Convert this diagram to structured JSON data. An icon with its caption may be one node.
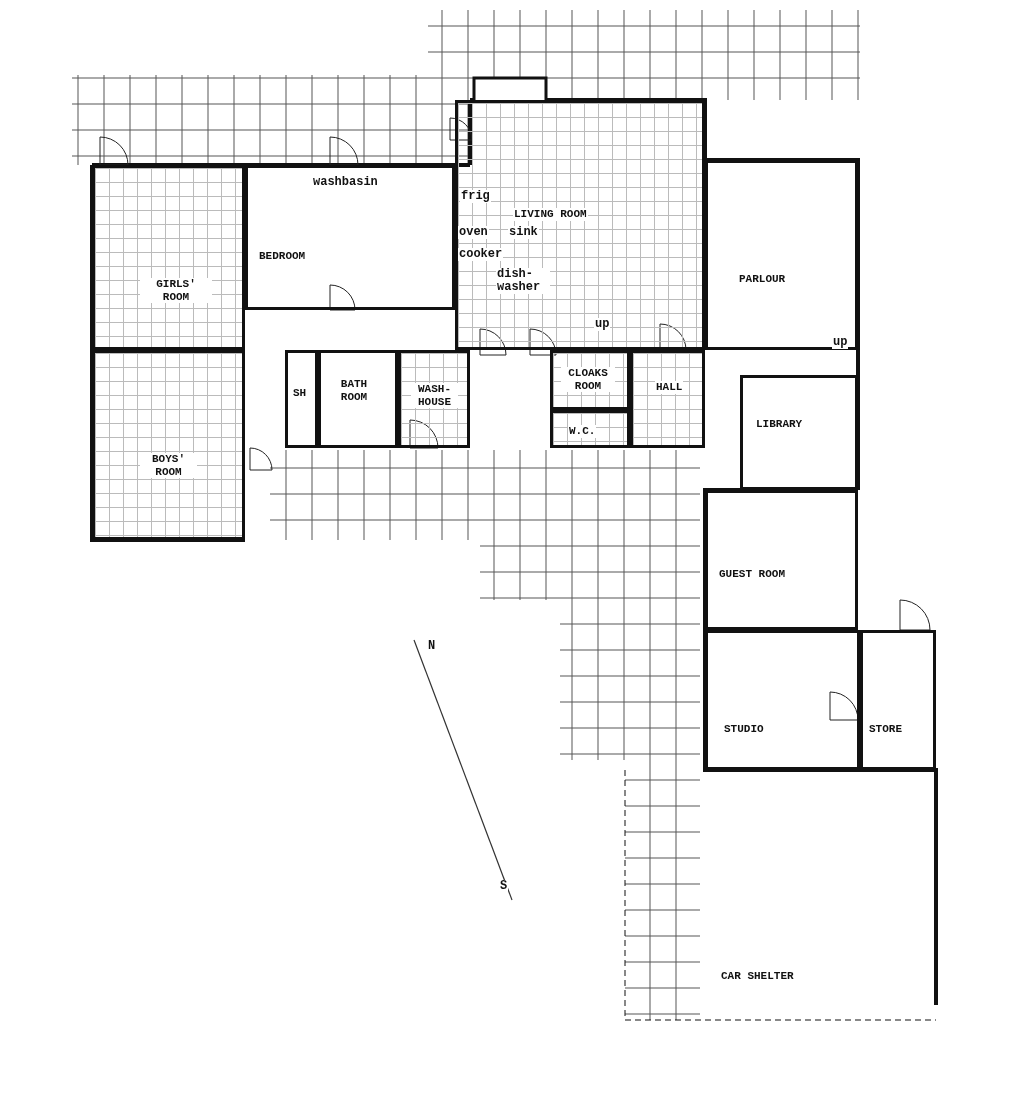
{
  "diagram": {
    "nodes": [
      {
        "text": [
          "GIRLS' ROOM"
        ]
      },
      {
        "text": [
          "BEDROOM"
        ]
      },
      {
        "text": [
          "LIVING ROOM"
        ]
      },
      {
        "text": [
          "PARLOUR"
        ]
      },
      {
        "text": [
          "SH"
        ]
      },
      {
        "text": [
          "BATH ROOM"
        ]
      },
      {
        "text": [
          "WASH-HOUSE"
        ]
      },
      {
        "text": [
          "CLOAKS ROOM"
        ]
      },
      {
        "text": [
          "W.C."
        ]
      },
      {
        "text": [
          "HALL"
        ]
      },
      {
        "text": [
          "LIBRARY"
        ]
      },
      {
        "text": [
          "BOYS' ROOM"
        ]
      },
      {
        "text": [
          "GUEST ROOM"
        ]
      },
      {
        "text": [
          "STUDIO"
        ]
      },
      {
        "text": [
          "STORE"
        ]
      },
      {
        "text": [
          "CAR SHELTER"
        ]
      }
    ],
    "edges": [],
    "labels": [
      "washbasin",
      "frig",
      "oven",
      "sink",
      "cooker",
      "dish-washer",
      "up",
      "up",
      "N",
      "S"
    ]
  }
}
